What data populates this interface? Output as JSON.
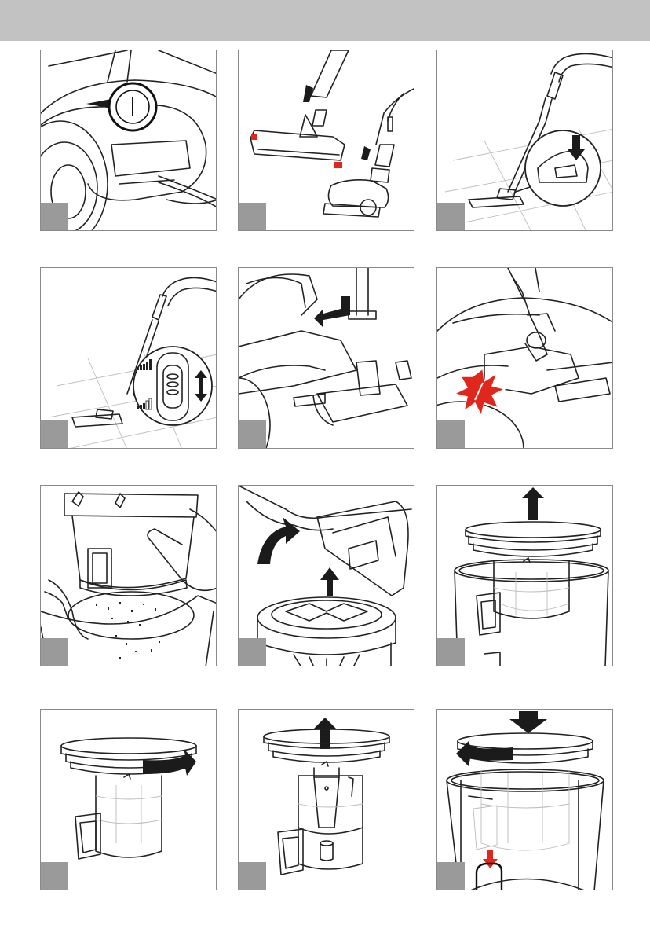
{
  "header": {
    "title": ""
  },
  "colors": {
    "header_bar": "#c2c2c2",
    "panel_border": "#8a8a8a",
    "step_badge": "#9a9a9a",
    "accent_red": "#e1261c"
  },
  "panels": [
    {
      "id": "on-off-switch",
      "step": ""
    },
    {
      "id": "attach-nozzles",
      "step": ""
    },
    {
      "id": "parking-nozzle",
      "step": ""
    },
    {
      "id": "power-slider",
      "step": ""
    },
    {
      "id": "storage-parking",
      "step": ""
    },
    {
      "id": "dust-container-release",
      "step": ""
    },
    {
      "id": "empty-container",
      "step": ""
    },
    {
      "id": "open-lid",
      "step": ""
    },
    {
      "id": "lift-filter-cover",
      "step": ""
    },
    {
      "id": "rotate-filter-cover",
      "step": ""
    },
    {
      "id": "remove-filter",
      "step": ""
    },
    {
      "id": "reassemble-filter",
      "step": ""
    }
  ]
}
